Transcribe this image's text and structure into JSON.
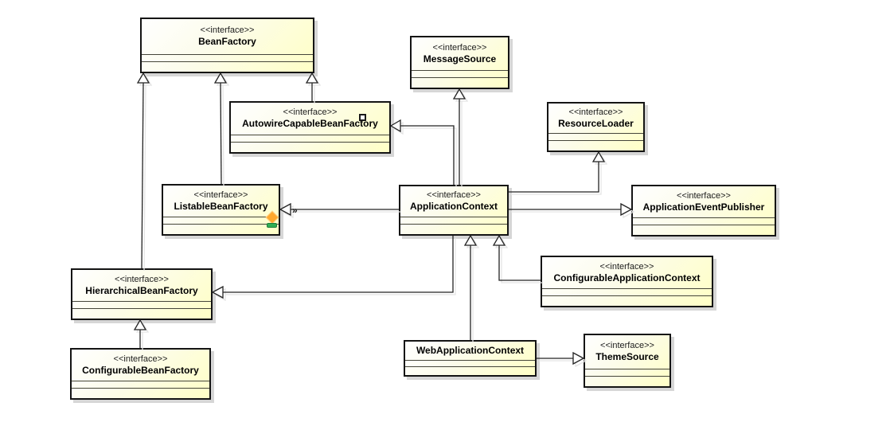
{
  "diagram": {
    "type": "uml-class-diagram",
    "subject": "Spring BeanFactory / ApplicationContext interface hierarchy",
    "background": "#ffffff"
  },
  "nodes": [
    {
      "id": "BeanFactory",
      "stereotype": "<<interface>>",
      "name": "BeanFactory"
    },
    {
      "id": "MessageSource",
      "stereotype": "<<interface>>",
      "name": "MessageSource"
    },
    {
      "id": "AutowireCapableBeanFactory",
      "stereotype": "<<interface>>",
      "name": "AutowireCapableBeanFactory"
    },
    {
      "id": "ResourceLoader",
      "stereotype": "<<interface>>",
      "name": "ResourceLoader"
    },
    {
      "id": "ListableBeanFactory",
      "stereotype": "<<interface>>",
      "name": "ListableBeanFactory"
    },
    {
      "id": "ApplicationContext",
      "stereotype": "<<interface>>",
      "name": "ApplicationContext"
    },
    {
      "id": "ApplicationEventPublisher",
      "stereotype": "<<interface>>",
      "name": "ApplicationEventPublisher"
    },
    {
      "id": "HierarchicalBeanFactory",
      "stereotype": "<<interface>>",
      "name": "HierarchicalBeanFactory"
    },
    {
      "id": "ConfigurableApplicationContext",
      "stereotype": "<<interface>>",
      "name": "ConfigurableApplicationContext"
    },
    {
      "id": "ConfigurableBeanFactory",
      "stereotype": "<<interface>>",
      "name": "ConfigurableBeanFactory"
    },
    {
      "id": "WebApplicationContext",
      "stereotype": "",
      "name": "WebApplicationContext"
    },
    {
      "id": "ThemeSource",
      "stereotype": "<<interface>>",
      "name": "ThemeSource"
    }
  ],
  "edges": [
    {
      "from": "AutowireCapableBeanFactory",
      "to": "BeanFactory",
      "type": "generalization"
    },
    {
      "from": "ListableBeanFactory",
      "to": "BeanFactory",
      "type": "generalization"
    },
    {
      "from": "HierarchicalBeanFactory",
      "to": "BeanFactory",
      "type": "generalization"
    },
    {
      "from": "ApplicationContext",
      "to": "MessageSource",
      "type": "generalization"
    },
    {
      "from": "ApplicationContext",
      "to": "AutowireCapableBeanFactory",
      "type": "generalization"
    },
    {
      "from": "ApplicationContext",
      "to": "ResourceLoader",
      "type": "generalization"
    },
    {
      "from": "ApplicationContext",
      "to": "ApplicationEventPublisher",
      "type": "generalization"
    },
    {
      "from": "ApplicationContext",
      "to": "ListableBeanFactory",
      "type": "generalization",
      "label": "»"
    },
    {
      "from": "ApplicationContext",
      "to": "HierarchicalBeanFactory",
      "type": "generalization"
    },
    {
      "from": "ConfigurableBeanFactory",
      "to": "HierarchicalBeanFactory",
      "type": "generalization"
    },
    {
      "from": "WebApplicationContext",
      "to": "ApplicationContext",
      "type": "generalization"
    },
    {
      "from": "ConfigurableApplicationContext",
      "to": "ApplicationContext",
      "type": "generalization"
    },
    {
      "from": "WebApplicationContext",
      "to": "ThemeSource",
      "type": "generalization"
    }
  ],
  "markers": {
    "port_square": "port-square-marker",
    "diamond": "orange-diamond-marker",
    "bar": "green-bar-marker"
  },
  "colors": {
    "node_fill_light": "#ffffff",
    "node_fill": "#ffffc6",
    "node_border": "#141414",
    "node_shadow": "#d6d6d6",
    "edge_line": "#232323",
    "edge_shadow": "#e4e4e4",
    "arrowhead_fill": "#ffffff",
    "marker_orange": "#ffa82e",
    "marker_green": "#2fae54"
  }
}
